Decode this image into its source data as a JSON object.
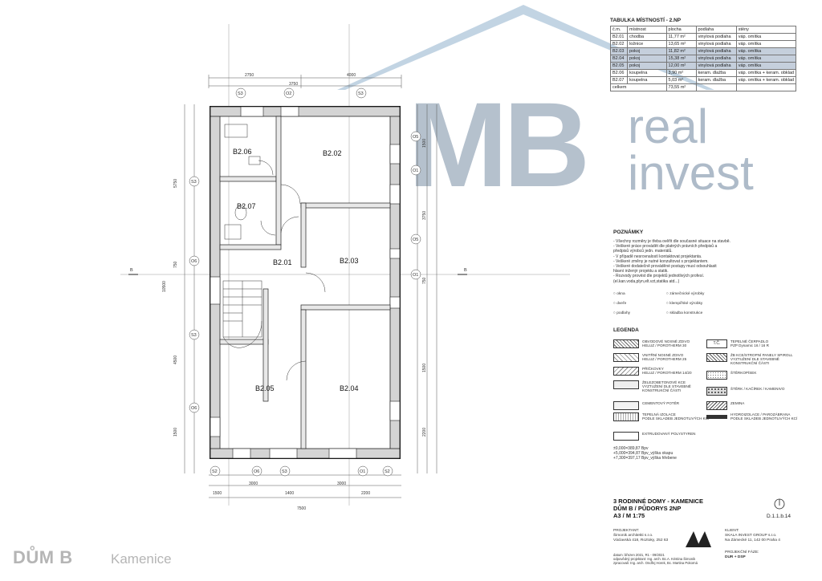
{
  "watermark": {
    "brand": "MB",
    "word1": "real",
    "word2": "invest",
    "color": "#8aa0b8"
  },
  "rooms_table": {
    "title": "TABULKA MÍSTNOSTÍ - 2.NP",
    "headers": [
      "č.m.",
      "místnost",
      "plocha",
      "podlaha",
      "stěny"
    ],
    "rows": [
      [
        "B2.01",
        "chodba",
        "11,77 m²",
        "vinylová podlaha",
        "váp. omítka"
      ],
      [
        "B2.02",
        "ložnice",
        "13,65 m²",
        "vinylová podlaha",
        "váp. omítka"
      ],
      [
        "B2.03",
        "pokoj",
        "11,82 m²",
        "vinylová podlaha",
        "váp. omítka"
      ],
      [
        "B2.04",
        "pokoj",
        "15,38 m²",
        "vinylová podlaha",
        "váp. omítka"
      ],
      [
        "B2.05",
        "pokoj",
        "12,00 m²",
        "vinylová podlaha",
        "váp. omítka"
      ],
      [
        "B2.06",
        "koupelna",
        "3,90 m²",
        "keram. dlažba",
        "váp. omítka + keram. obklad"
      ],
      [
        "B2.07",
        "koupelna",
        "5,03 m²",
        "keram. dlažba",
        "váp. omítka + keram. obklad"
      ]
    ],
    "total_label": "celkem",
    "total_value": "73,55 m²"
  },
  "room_labels": [
    "B2.01",
    "B2.02",
    "B2.03",
    "B2.04",
    "B2.05",
    "B2.06",
    "B2.07"
  ],
  "notes": {
    "title": "POZNÁMKY",
    "items": [
      "- Všechny rozměry je třeba ověřit dle současné situace na stavbě.",
      "- Veškeré práce provádět dle platných právních předpisů a",
      "  předpisů výrobců jedn. materiálů.",
      "- V případě nesrovnalostí kontaktovat projektanta.",
      "- Veškeré změny je nutné konzultovat s projektantem.",
      "- Veškeré dodatečně prováděné postupy musí odsouhlasit",
      "  hlavní inženýr projektu a statik.",
      "- Rozvody provést dle projektů jednotlivých profesí.",
      "  (el.kan.voda,plyn,elt.vzt,statika atd...)"
    ],
    "marks": [
      "okna",
      "zámečnické výrobky",
      "dveře",
      "klempířské výrobky",
      "podlahy",
      "skladba konstrukce"
    ]
  },
  "legend": {
    "title": "LEGENDA",
    "left": [
      {
        "label": "OBVODOVÉ NOSNÉ ZDIVO",
        "sub": "HELUZ / POROTHERM 30"
      },
      {
        "label": "VNITŘNÍ NOSNÉ ZDIVO",
        "sub": "HELUZ / POROTHERM 25"
      },
      {
        "label": "PŘÍČKOVKY",
        "sub": "HELUZ / POROTHERM 14/20"
      },
      {
        "label": "ŽELEZOBETONOVÉ KCE",
        "sub": "VYZTUŽENÍ DLE STAVEBNĚ KONSTRUKČNÍ ČÁSTI"
      },
      {
        "label": "CEMENTOVÝ POTĚR",
        "sub": ""
      },
      {
        "label": "TEPELNÁ IZOLACE",
        "sub": "PODLE SKLADEB JEDNOTLIVÝCH KCÍ"
      },
      {
        "label": "EXTRUDOVANÝ POLYSTYREN",
        "sub": ""
      }
    ],
    "right": [
      {
        "mark": "T.Č.",
        "label": "TEPELNÉ ČERPADLO",
        "sub": "PZP Dynamic 16 / 16 R"
      },
      {
        "mark": "",
        "label": "ŽB KCE/STROPNÍ PANELY SPIROLL",
        "sub": "VYZTUŽENÍ DLE STAVEBNĚ KONSTRUKČNÍ ČÁSTI"
      },
      {
        "mark": "",
        "label": "ŠTĚRKOPÍSEK",
        "sub": ""
      },
      {
        "mark": "",
        "label": "ŠTĚRK / KAČÍREK / KAMENIVO",
        "sub": ""
      },
      {
        "mark": "",
        "label": "ZEMINA",
        "sub": ""
      },
      {
        "mark": "",
        "label": "HYDROIZOLACE / PAROZÁBRANA",
        "sub": "PODLE SKLADEB JEDNOTLIVÝCH KCÍ"
      }
    ]
  },
  "elevations": [
    "±0,000=389,87 Bpv",
    "+5,000=394,87 Bpv_výška okapu",
    "+7,300=397,17 Bpv_výška hřebene"
  ],
  "title_block": {
    "line1": "3 RODINNÉ DOMY - KAMENICE",
    "line2": "DŮM B / PŮDORYS 2NP",
    "line3": "A3 / M 1:75",
    "sheet": "D.1.1.b.14",
    "author_label": "PROJEKTANT:",
    "author": "Šimonik architekti s.r.o.",
    "author_addr": "Václavská 418, Roztoky, 252 63",
    "client_label": "KLIENT:",
    "client": "SKALA INVEST GROUP s.r.o.",
    "client_addr": "Na Zámecké 11, 142 00 Praha 4",
    "responsible": "odpovědný projektant: Ing. arch. Bc.A. Kristina Šimonik",
    "drawn": "zpracovali: Ing. arch. Ondřej Horek, Bc. Martina Pokorná",
    "date": "datum: březen 2021, R1 - 09/2021",
    "phase_label": "PROJEKČNÍ FÁZE:",
    "phase": "DUR + DSP"
  },
  "bottom": {
    "house": "DŮM B",
    "place": "Kamenice"
  },
  "plan": {
    "axes_top": [
      "S3",
      "O2",
      "S3"
    ],
    "axes_bottom": [
      "S2",
      "O6",
      "S3",
      "O1",
      "S2"
    ],
    "axes_left": [
      "S3",
      "O6",
      "S3",
      "O6"
    ],
    "axes_right": [
      "O5",
      "O1",
      "O5",
      "O1"
    ],
    "section_marks": [
      "B",
      "B"
    ],
    "dims_top": [
      "2750",
      "3750",
      "4000"
    ],
    "dims_bottom": [
      "1500",
      "3000",
      "1400",
      "3000",
      "2200",
      "7500"
    ],
    "dims_left": [
      "5750",
      "750",
      "4500",
      "1500",
      "10500"
    ],
    "dims_right": [
      "1500",
      "3750",
      "750",
      "1500",
      "2200"
    ]
  }
}
